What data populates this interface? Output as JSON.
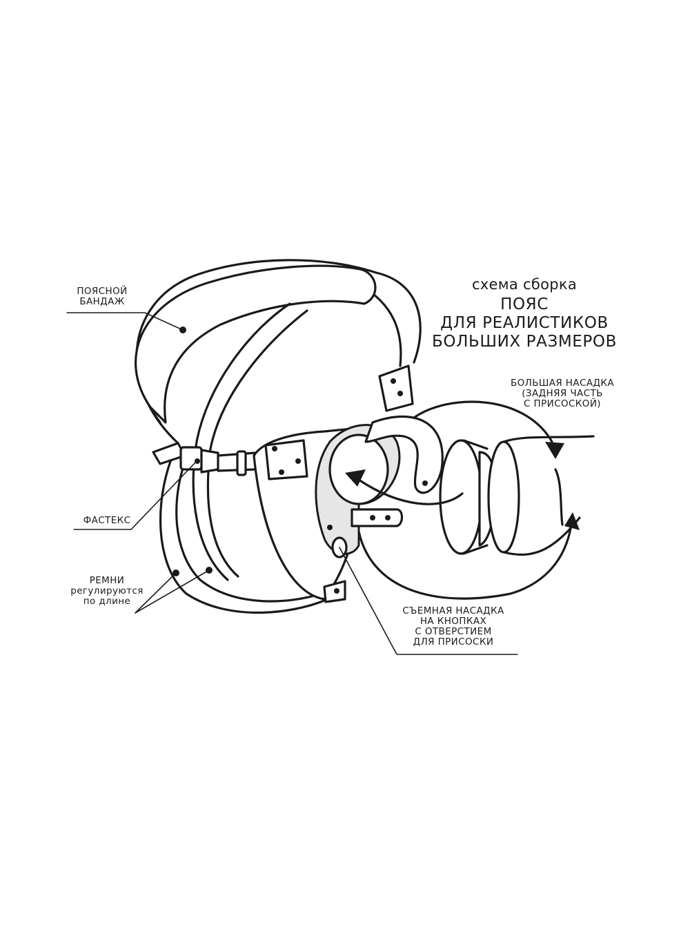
{
  "title": {
    "subtitle": "схема сборка",
    "line1": "ПОЯС",
    "line2": "ДЛЯ РЕАЛИСТИКОВ",
    "line3": "БОЛЬШИХ РАЗМЕРОВ"
  },
  "labels": {
    "waist_bandage": [
      "ПОЯСНОЙ",
      "БАНДАЖ"
    ],
    "fastex": "ФАСТЕКС",
    "straps": [
      "РЕМНИ",
      "регулируются",
      "по длине"
    ],
    "large_attachment": [
      "БОЛЬШАЯ НАСАДКА",
      "(ЗАДНЯЯ ЧАСТЬ",
      "С ПРИСОСКОЙ)"
    ],
    "removable_attachment": [
      "СЪЕМНАЯ НАСАДКА",
      "НА КНОПКАХ",
      "С ОТВЕРСТИЕМ",
      "ДЛЯ ПРИСОСКИ"
    ]
  }
}
